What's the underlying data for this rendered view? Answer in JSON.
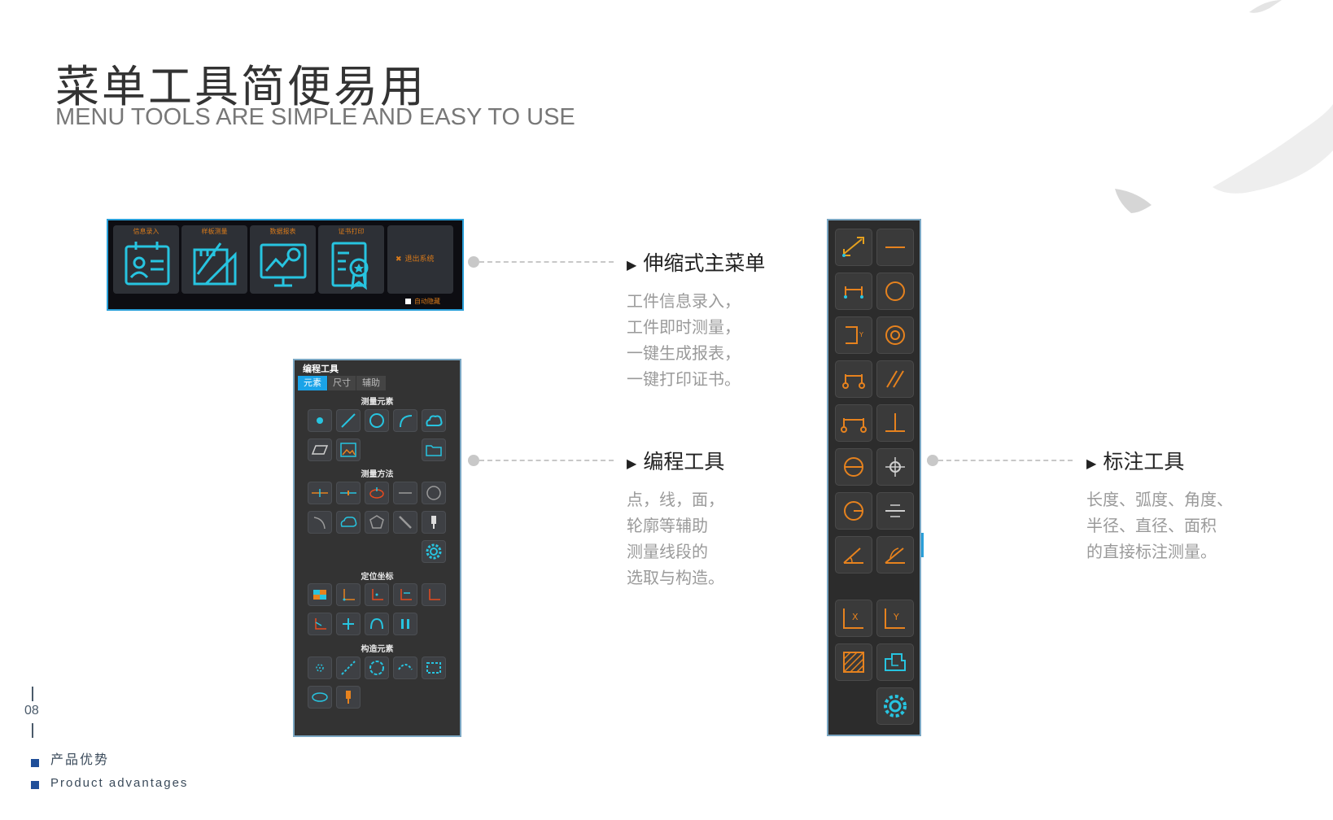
{
  "title_cn": "菜单工具简便易用",
  "title_en": "MENU TOOLS ARE SIMPLE AND EASY TO USE",
  "main_menu": {
    "items": [
      "信息录入",
      "样板测量",
      "数据报表",
      "证书打印"
    ],
    "exit_label": "退出系统",
    "auto_hide_label": "自动隐藏"
  },
  "prog_panel": {
    "title": "编程工具",
    "tabs": [
      "元素",
      "尺寸",
      "辅助"
    ],
    "sections": [
      "测量元素",
      "测量方法",
      "定位坐标",
      "构造元素"
    ]
  },
  "labels": {
    "menu": {
      "title": "伸缩式主菜单",
      "lines": [
        "工件信息录入，",
        "工件即时测量，",
        "一键生成报表，",
        "一键打印证书。"
      ]
    },
    "prog": {
      "title": "编程工具",
      "lines": [
        "点，线，面，",
        "轮廓等辅助",
        "测量线段的",
        "选取与构造。"
      ]
    },
    "anno": {
      "title": "标注工具",
      "lines": [
        "长度、弧度、角度、",
        "半径、直径、面积",
        "的直接标注测量。"
      ]
    }
  },
  "page_number": "08",
  "footer": {
    "cn": "产品优势",
    "en": "Product advantages"
  },
  "colors": {
    "accent_cyan": "#27c4e0",
    "accent_orange": "#e6821e",
    "footer_blue": "#1f4e99"
  }
}
